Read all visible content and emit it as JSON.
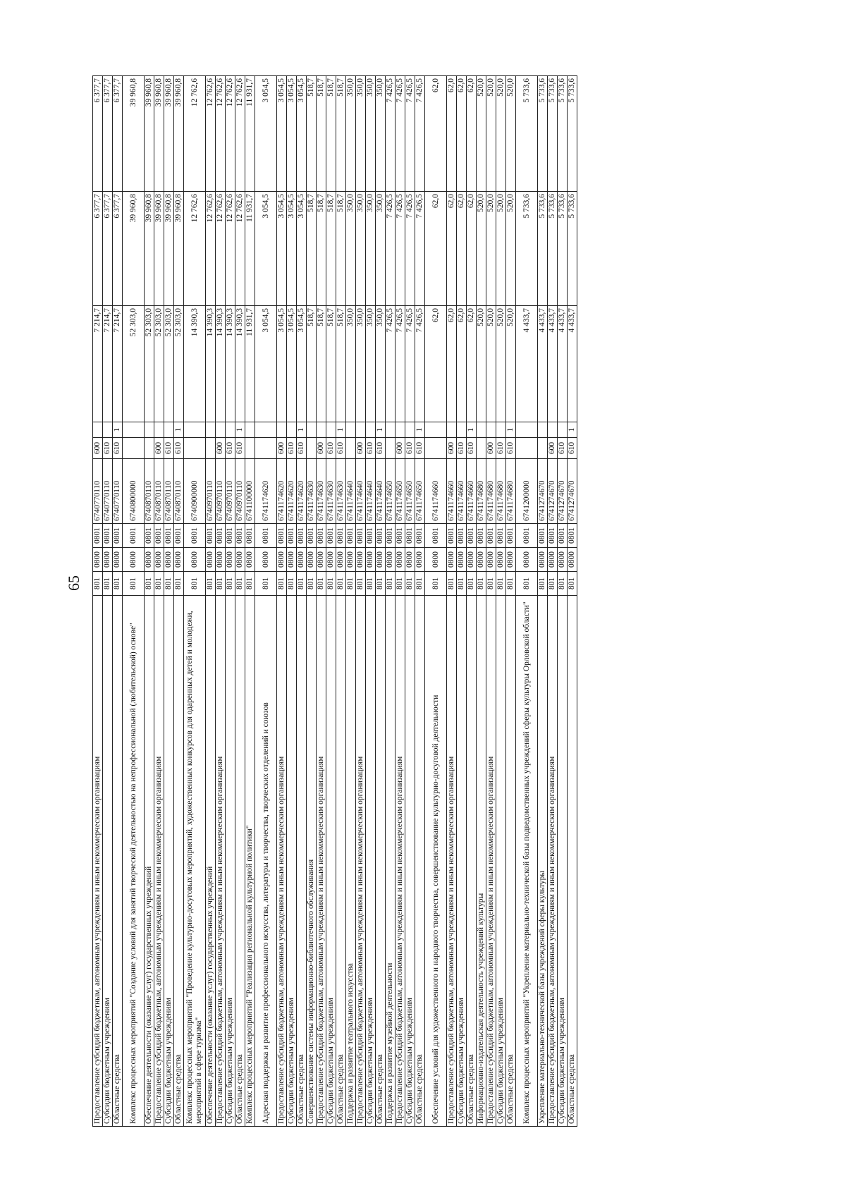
{
  "page_number": "65",
  "table": {
    "rows": [
      {
        "name": "Предоставление субсидий бюджетным, автономным учреждениям и иным некоммерческим организациям",
        "ved": "801",
        "rz": "0800",
        "pr": "0801",
        "csr": "6740770110",
        "vr": "600",
        "flag": "",
        "v1": "7 214,7",
        "v2": "6 377,7",
        "v3": "6 377,7",
        "tall": false
      },
      {
        "name": "Субсидии бюджетным учреждениям",
        "ved": "801",
        "rz": "0800",
        "pr": "0801",
        "csr": "6740770110",
        "vr": "610",
        "flag": "",
        "v1": "7 214,7",
        "v2": "6 377,7",
        "v3": "6 377,7",
        "tall": false
      },
      {
        "name": "Областные средства",
        "ved": "801",
        "rz": "0800",
        "pr": "0801",
        "csr": "6740770110",
        "vr": "610",
        "flag": "1",
        "v1": "7 214,7",
        "v2": "6 377,7",
        "v3": "6 377,7",
        "tall": false
      },
      {
        "name": "Комплекс процессных мероприятий \"Создание условий для занятий творческой деятельностью на непрофессиональной (любительской) основе\"",
        "ved": "801",
        "rz": "0800",
        "pr": "0801",
        "csr": "6740800000",
        "vr": "",
        "flag": "",
        "v1": "52 303,0",
        "v2": "39 960,8",
        "v3": "39 960,8",
        "tall": true
      },
      {
        "name": "Обеспечение деятельности (оказание услуг) государственных учреждений",
        "ved": "801",
        "rz": "0800",
        "pr": "0801",
        "csr": "6740870110",
        "vr": "",
        "flag": "",
        "v1": "52 303,0",
        "v2": "39 960,8",
        "v3": "39 960,8",
        "tall": false
      },
      {
        "name": "Предоставление субсидий бюджетным, автономным учреждениям и иным некоммерческим организациям",
        "ved": "801",
        "rz": "0800",
        "pr": "0801",
        "csr": "6740870110",
        "vr": "600",
        "flag": "",
        "v1": "52 303,0",
        "v2": "39 960,8",
        "v3": "39 960,8",
        "tall": false
      },
      {
        "name": "Субсидии бюджетным учреждениям",
        "ved": "801",
        "rz": "0800",
        "pr": "0801",
        "csr": "6740870110",
        "vr": "610",
        "flag": "",
        "v1": "52 303,0",
        "v2": "39 960,8",
        "v3": "39 960,8",
        "tall": false
      },
      {
        "name": "Областные средства",
        "ved": "801",
        "rz": "0800",
        "pr": "0801",
        "csr": "6740870110",
        "vr": "610",
        "flag": "1",
        "v1": "52 303,0",
        "v2": "39 960,8",
        "v3": "39 960,8",
        "tall": false
      },
      {
        "name": "Комплекс процессных мероприятий \"Проведение культурно-досуговых мероприятий, художественных конкурсов для одаренных детей и молодежи, мероприятий в сфере туризма\"",
        "ved": "801",
        "rz": "0800",
        "pr": "0801",
        "csr": "6740900000",
        "vr": "",
        "flag": "",
        "v1": "14 390,3",
        "v2": "12 762,6",
        "v3": "12 762,6",
        "tall": true
      },
      {
        "name": "Обеспечение деятельности (оказание услуг) государственных учреждений",
        "ved": "801",
        "rz": "0800",
        "pr": "0801",
        "csr": "6740970110",
        "vr": "",
        "flag": "",
        "v1": "14 390,3",
        "v2": "12 762,6",
        "v3": "12 762,6",
        "tall": false
      },
      {
        "name": "Предоставление субсидий бюджетным, автономным учреждениям и иным некоммерческим организациям",
        "ved": "801",
        "rz": "0800",
        "pr": "0801",
        "csr": "6740970110",
        "vr": "600",
        "flag": "",
        "v1": "14 390,3",
        "v2": "12 762,6",
        "v3": "12 762,6",
        "tall": false
      },
      {
        "name": "Субсидии бюджетным учреждениям",
        "ved": "801",
        "rz": "0800",
        "pr": "0801",
        "csr": "6740970110",
        "vr": "610",
        "flag": "",
        "v1": "14 390,3",
        "v2": "12 762,6",
        "v3": "12 762,6",
        "tall": false
      },
      {
        "name": "Областные средства",
        "ved": "801",
        "rz": "0800",
        "pr": "0801",
        "csr": "6740970110",
        "vr": "610",
        "flag": "1",
        "v1": "14 390,3",
        "v2": "12 762,6",
        "v3": "12 762,6",
        "tall": false
      },
      {
        "name": "Комплекс процессных мероприятий \"Реализация региональной культурной политики\"",
        "ved": "801",
        "rz": "0800",
        "pr": "0801",
        "csr": "6741100000",
        "vr": "",
        "flag": "",
        "v1": "11 931,7",
        "v2": "11 931,7",
        "v3": "11 931,7",
        "tall": false
      },
      {
        "name": "Адресная поддержка и развитие профессионального искусства, литературы и творчества, творческих отделений и союзов",
        "ved": "801",
        "rz": "0800",
        "pr": "0801",
        "csr": "6741174620",
        "vr": "",
        "flag": "",
        "v1": "3 054,5",
        "v2": "3 054,5",
        "v3": "3 054,5",
        "tall": true
      },
      {
        "name": "Предоставление субсидий бюджетным, автономным учреждениям и иным некоммерческим организациям",
        "ved": "801",
        "rz": "0800",
        "pr": "0801",
        "csr": "6741174620",
        "vr": "600",
        "flag": "",
        "v1": "3 054,5",
        "v2": "3 054,5",
        "v3": "3 054,5",
        "tall": false
      },
      {
        "name": "Субсидии бюджетным учреждениям",
        "ved": "801",
        "rz": "0800",
        "pr": "0801",
        "csr": "6741174620",
        "vr": "610",
        "flag": "",
        "v1": "3 054,5",
        "v2": "3 054,5",
        "v3": "3 054,5",
        "tall": false
      },
      {
        "name": "Областные средства",
        "ved": "801",
        "rz": "0800",
        "pr": "0801",
        "csr": "6741174620",
        "vr": "610",
        "flag": "1",
        "v1": "3 054,5",
        "v2": "3 054,5",
        "v3": "3 054,5",
        "tall": false
      },
      {
        "name": "Совершенствование системы информационно-библиотечного обслуживания",
        "ved": "801",
        "rz": "0800",
        "pr": "0801",
        "csr": "6741174630",
        "vr": "",
        "flag": "",
        "v1": "518,7",
        "v2": "518,7",
        "v3": "518,7",
        "tall": false
      },
      {
        "name": "Предоставление субсидий бюджетным, автономным учреждениям и иным некоммерческим организациям",
        "ved": "801",
        "rz": "0800",
        "pr": "0801",
        "csr": "6741174630",
        "vr": "600",
        "flag": "",
        "v1": "518,7",
        "v2": "518,7",
        "v3": "518,7",
        "tall": false
      },
      {
        "name": "Субсидии бюджетным учреждениям",
        "ved": "801",
        "rz": "0800",
        "pr": "0801",
        "csr": "6741174630",
        "vr": "610",
        "flag": "",
        "v1": "518,7",
        "v2": "518,7",
        "v3": "518,7",
        "tall": false
      },
      {
        "name": "Областные средства",
        "ved": "801",
        "rz": "0800",
        "pr": "0801",
        "csr": "6741174630",
        "vr": "610",
        "flag": "1",
        "v1": "518,7",
        "v2": "518,7",
        "v3": "518,7",
        "tall": false
      },
      {
        "name": "Поддержка и развитие театрального искусства",
        "ved": "801",
        "rz": "0800",
        "pr": "0801",
        "csr": "6741174640",
        "vr": "",
        "flag": "",
        "v1": "350,0",
        "v2": "350,0",
        "v3": "350,0",
        "tall": false
      },
      {
        "name": "Предоставление субсидий бюджетным, автономным учреждениям и иным некоммерческим организациям",
        "ved": "801",
        "rz": "0800",
        "pr": "0801",
        "csr": "6741174640",
        "vr": "600",
        "flag": "",
        "v1": "350,0",
        "v2": "350,0",
        "v3": "350,0",
        "tall": false
      },
      {
        "name": "Субсидии бюджетным учреждениям",
        "ved": "801",
        "rz": "0800",
        "pr": "0801",
        "csr": "6741174640",
        "vr": "610",
        "flag": "",
        "v1": "350,0",
        "v2": "350,0",
        "v3": "350,0",
        "tall": false
      },
      {
        "name": "Областные средства",
        "ved": "801",
        "rz": "0800",
        "pr": "0801",
        "csr": "6741174640",
        "vr": "610",
        "flag": "1",
        "v1": "350,0",
        "v2": "350,0",
        "v3": "350,0",
        "tall": false
      },
      {
        "name": "Поддержка и развитие музейной деятельности",
        "ved": "801",
        "rz": "0800",
        "pr": "0801",
        "csr": "6741174650",
        "vr": "",
        "flag": "",
        "v1": "7 426,5",
        "v2": "7 426,5",
        "v3": "7 426,5",
        "tall": false
      },
      {
        "name": "Предоставление субсидий бюджетным, автономным учреждениям и иным некоммерческим организациям",
        "ved": "801",
        "rz": "0800",
        "pr": "0801",
        "csr": "6741174650",
        "vr": "600",
        "flag": "",
        "v1": "7 426,5",
        "v2": "7 426,5",
        "v3": "7 426,5",
        "tall": false
      },
      {
        "name": "Субсидии бюджетным учреждениям",
        "ved": "801",
        "rz": "0800",
        "pr": "0801",
        "csr": "6741174650",
        "vr": "610",
        "flag": "",
        "v1": "7 426,5",
        "v2": "7 426,5",
        "v3": "7 426,5",
        "tall": false
      },
      {
        "name": "Областные средства",
        "ved": "801",
        "rz": "0800",
        "pr": "0801",
        "csr": "6741174650",
        "vr": "610",
        "flag": "1",
        "v1": "7 426,5",
        "v2": "7 426,5",
        "v3": "7 426,5",
        "tall": false
      },
      {
        "name": "Обеспечение условий для художественного и народного творчества, совершенствование культурно-досуговой деятельности",
        "ved": "801",
        "rz": "0800",
        "pr": "0801",
        "csr": "6741174660",
        "vr": "",
        "flag": "",
        "v1": "62,0",
        "v2": "62,0",
        "v3": "62,0",
        "tall": true
      },
      {
        "name": "Предоставление субсидий бюджетным, автономным учреждениям и иным некоммерческим организациям",
        "ved": "801",
        "rz": "0800",
        "pr": "0801",
        "csr": "6741174660",
        "vr": "600",
        "flag": "",
        "v1": "62,0",
        "v2": "62,0",
        "v3": "62,0",
        "tall": false
      },
      {
        "name": "Субсидии бюджетным учреждениям",
        "ved": "801",
        "rz": "0800",
        "pr": "0801",
        "csr": "6741174660",
        "vr": "610",
        "flag": "",
        "v1": "62,0",
        "v2": "62,0",
        "v3": "62,0",
        "tall": false
      },
      {
        "name": "Областные средства",
        "ved": "801",
        "rz": "0800",
        "pr": "0801",
        "csr": "6741174660",
        "vr": "610",
        "flag": "1",
        "v1": "62,0",
        "v2": "62,0",
        "v3": "62,0",
        "tall": false
      },
      {
        "name": "Информационно-издательская деятельность учреждений культуры",
        "ved": "801",
        "rz": "0800",
        "pr": "0801",
        "csr": "6741174680",
        "vr": "",
        "flag": "",
        "v1": "520,0",
        "v2": "520,0",
        "v3": "520,0",
        "tall": false
      },
      {
        "name": "Предоставление субсидий бюджетным, автономным учреждениям и иным некоммерческим организациям",
        "ved": "801",
        "rz": "0800",
        "pr": "0801",
        "csr": "6741174680",
        "vr": "600",
        "flag": "",
        "v1": "520,0",
        "v2": "520,0",
        "v3": "520,0",
        "tall": false
      },
      {
        "name": "Субсидии бюджетным учреждениям",
        "ved": "801",
        "rz": "0800",
        "pr": "0801",
        "csr": "6741174680",
        "vr": "610",
        "flag": "",
        "v1": "520,0",
        "v2": "520,0",
        "v3": "520,0",
        "tall": false
      },
      {
        "name": "Областные средства",
        "ved": "801",
        "rz": "0800",
        "pr": "0801",
        "csr": "6741174680",
        "vr": "610",
        "flag": "1",
        "v1": "520,0",
        "v2": "520,0",
        "v3": "520,0",
        "tall": false
      },
      {
        "name": "Комплекс процессных мероприятий \"Укрепление материально-технической базы подведомственных учреждений сферы культуры Орловской области\"",
        "ved": "801",
        "rz": "0800",
        "pr": "0801",
        "csr": "6741200000",
        "vr": "",
        "flag": "",
        "v1": "4 433,7",
        "v2": "5 733,6",
        "v3": "5 733,6",
        "tall": true
      },
      {
        "name": "Укрепление материально-технической базы учреждений сферы культуры",
        "ved": "801",
        "rz": "0800",
        "pr": "0801",
        "csr": "6741274670",
        "vr": "",
        "flag": "",
        "v1": "4 433,7",
        "v2": "5 733,6",
        "v3": "5 733,6",
        "tall": false
      },
      {
        "name": "Предоставление субсидий бюджетным, автономным учреждениям и иным некоммерческим организациям",
        "ved": "801",
        "rz": "0800",
        "pr": "0801",
        "csr": "6741274670",
        "vr": "600",
        "flag": "",
        "v1": "4 433,7",
        "v2": "5 733,6",
        "v3": "5 733,6",
        "tall": false
      },
      {
        "name": "Субсидии бюджетным учреждениям",
        "ved": "801",
        "rz": "0800",
        "pr": "0801",
        "csr": "6741274670",
        "vr": "610",
        "flag": "",
        "v1": "4 433,7",
        "v2": "5 733,6",
        "v3": "5 733,6",
        "tall": false
      },
      {
        "name": "Областные средства",
        "ved": "801",
        "rz": "0800",
        "pr": "0801",
        "csr": "6741274670",
        "vr": "610",
        "flag": "1",
        "v1": "4 433,7",
        "v2": "5 733,6",
        "v3": "5 733,6",
        "tall": false
      }
    ]
  }
}
